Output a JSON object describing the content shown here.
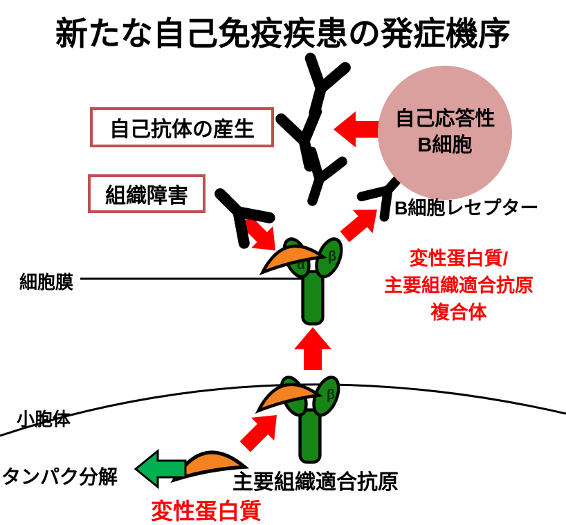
{
  "title": "新たな自己免疫疾患の発症機序",
  "callouts": {
    "autoantibody_production": "自己抗体の産生",
    "tissue_damage": "組織障害"
  },
  "b_cell_circle": {
    "line1": "自己応答性",
    "line2": "B細胞"
  },
  "labels": {
    "b_cell_receptor": "B細胞レセプター",
    "cell_membrane": "細胞膜",
    "endoplasmic_reticulum": "小胞体",
    "protein_degradation": "タンパク分解",
    "mhc_antigen": "主要組織適合抗原",
    "denatured_protein": "変性蛋白質"
  },
  "complex_label": {
    "line1": "変性蛋白質/",
    "line2": "主要組織適合抗原",
    "line3": "複合体"
  },
  "mhc_chain_labels": {
    "alpha": "α",
    "beta": "β"
  },
  "colors": {
    "arrow_red": "#ff0000",
    "arrow_green": "#00b050",
    "mhc_green": "#168516",
    "protein_orange": "#f58220",
    "b_cell_pink": "#d9a09e",
    "callout_border": "#c0504d",
    "label_red": "#ff0000",
    "antibody_black": "#000000"
  }
}
